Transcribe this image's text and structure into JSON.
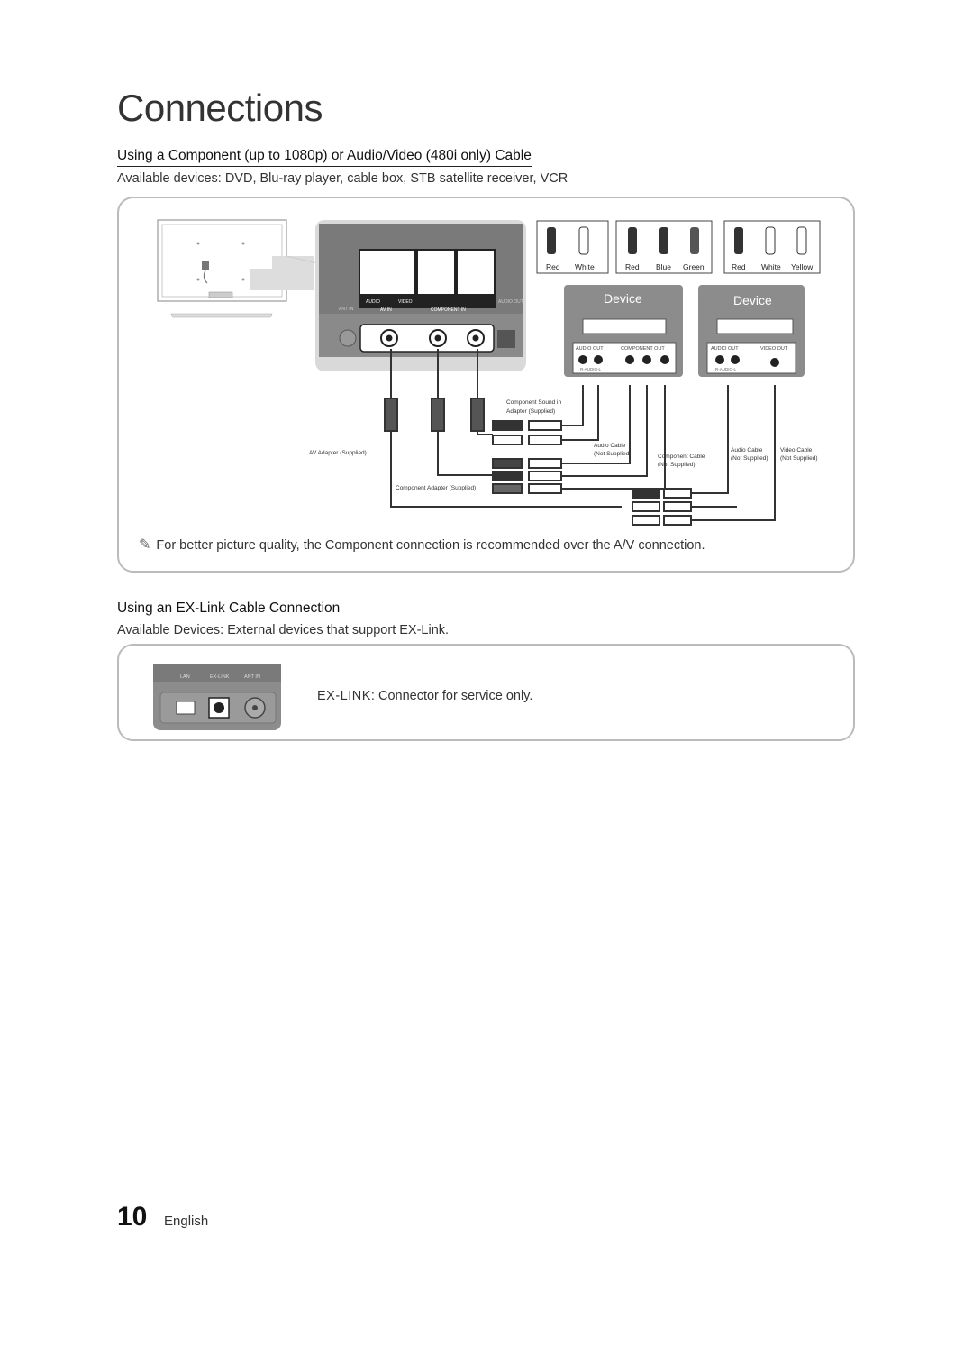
{
  "page": {
    "title": "Connections",
    "page_number": "10",
    "language": "English"
  },
  "section1": {
    "heading": "Using a Component (up to 1080p) or Audio/Video (480i only) Cable",
    "available": "Available devices: DVD, Blu-ray player, cable box, STB satellite receiver, VCR",
    "tv_panel_labels": {
      "audio_av": "AUDIO",
      "video": "VIDEO",
      "av_in": "AV IN",
      "component_in": "COMPONENT IN",
      "ant_in": "ANT IN",
      "audio_out": "AUDIO OUT"
    },
    "plug_groups": [
      [
        "Red",
        "White"
      ],
      [
        "Red",
        "Blue",
        "Green"
      ],
      [
        "Red",
        "White",
        "Yellow"
      ]
    ],
    "device_label": "Device",
    "device_left_ports": {
      "audio_out": "AUDIO OUT",
      "component_out": "COMPONENT OUT",
      "sub": "R-AUDIO-L"
    },
    "device_right_ports": {
      "audio_out": "AUDIO OUT",
      "video_out": "VIDEO OUT",
      "sub": "R-AUDIO-L"
    },
    "callouts": {
      "component_sound_adapter": "Component Sound in Adapter (Supplied)",
      "av_adapter": "AV Adapter (Supplied)",
      "component_adapter": "Component Adapter (Supplied)",
      "audio_cable_1": "Audio Cable (Not Supplied)",
      "component_cable": "Component Cable (Not Supplied)",
      "audio_cable_2": "Audio Cable (Not Supplied)",
      "video_cable": "Video Cable (Not Supplied)"
    },
    "note": "For better picture quality, the Component connection is recommended over the A/V connection."
  },
  "section2": {
    "heading": "Using an EX-Link Cable Connection",
    "available": "Available Devices: External devices that support EX-Link.",
    "port_labels": [
      "LAN",
      "EX-LINK",
      "ANT IN"
    ],
    "exlink_term": "EX-LINK",
    "exlink_desc": ": Connector for service only."
  },
  "colors": {
    "frame": "#bbbbbb",
    "device_fill": "#8c8c8c",
    "panel_fill": "#d9d9d9"
  }
}
